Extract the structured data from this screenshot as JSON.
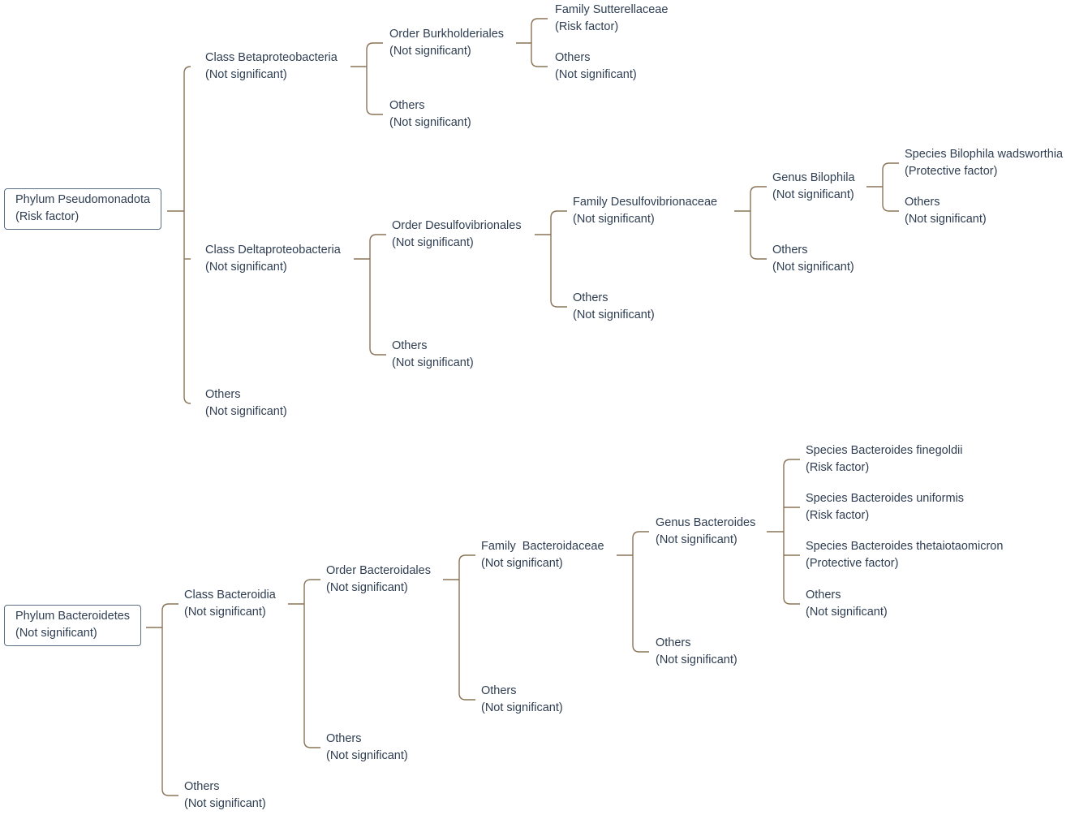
{
  "trees": [
    {
      "id": "pseudomonadota",
      "label": "Phylum Pseudomonadota",
      "status": "(Risk factor)",
      "children": [
        {
          "id": "betaproteobacteria",
          "label": "Class Betaproteobacteria",
          "status": "(Not significant)",
          "children": [
            {
              "id": "burkholderiales",
              "label": "Order Burkholderiales",
              "status": "(Not significant)",
              "children": [
                {
                  "id": "sutterellaceae",
                  "label": "Family Sutterellaceae",
                  "status": "(Risk factor)"
                },
                {
                  "id": "burkholderiales-others",
                  "label": "Others",
                  "status": "(Not significant)"
                }
              ]
            },
            {
              "id": "betaproteobacteria-others",
              "label": "Others",
              "status": "(Not significant)"
            }
          ]
        },
        {
          "id": "deltaproteobacteria",
          "label": "Class Deltaproteobacteria",
          "status": "(Not significant)",
          "children": [
            {
              "id": "desulfovibrionales",
              "label": "Order Desulfovibrionales",
              "status": "(Not significant)",
              "children": [
                {
                  "id": "desulfovibrionaceae",
                  "label": "Family Desulfovibrionaceae",
                  "status": "(Not significant)",
                  "children": [
                    {
                      "id": "bilophila",
                      "label": "Genus Bilophila",
                      "status": "(Not significant)",
                      "children": [
                        {
                          "id": "bilophila-wadsworthia",
                          "label": "Species Bilophila wadsworthia",
                          "status": "(Protective factor)"
                        },
                        {
                          "id": "bilophila-others",
                          "label": "Others",
                          "status": "(Not significant)"
                        }
                      ]
                    },
                    {
                      "id": "desulfovibrionaceae-others",
                      "label": "Others",
                      "status": "(Not significant)"
                    }
                  ]
                },
                {
                  "id": "desulfovibrionales-others",
                  "label": "Others",
                  "status": "(Not significant)"
                }
              ]
            },
            {
              "id": "deltaproteobacteria-others",
              "label": "Others",
              "status": "(Not significant)"
            }
          ]
        },
        {
          "id": "pseudomonadota-others",
          "label": "Others",
          "status": "(Not significant)"
        }
      ]
    },
    {
      "id": "bacteroidetes",
      "label": "Phylum Bacteroidetes",
      "status": "(Not significant)",
      "children": [
        {
          "id": "bacteroidia",
          "label": "Class Bacteroidia",
          "status": "(Not significant)",
          "children": [
            {
              "id": "bacteroidales",
              "label": "Order Bacteroidales",
              "status": "(Not significant)",
              "children": [
                {
                  "id": "bacteroidaceae",
                  "label": "Family  Bacteroidaceae",
                  "status": "(Not significant)",
                  "children": [
                    {
                      "id": "genus-bacteroides",
                      "label": "Genus Bacteroides",
                      "status": "(Not significant)",
                      "children": [
                        {
                          "id": "bacteroides-finegoldii",
                          "label": "Species Bacteroides finegoldii",
                          "status": "(Risk factor)"
                        },
                        {
                          "id": "bacteroides-uniformis",
                          "label": "Species Bacteroides uniformis",
                          "status": "(Risk factor)"
                        },
                        {
                          "id": "bacteroides-thetaiotaomicron",
                          "label": "Species Bacteroides thetaiotaomicron",
                          "status": "(Protective factor)"
                        },
                        {
                          "id": "genus-bacteroides-others",
                          "label": "Others",
                          "status": "(Not significant)"
                        }
                      ]
                    },
                    {
                      "id": "bacteroidaceae-others",
                      "label": "Others",
                      "status": "(Not significant)"
                    }
                  ]
                },
                {
                  "id": "bacteroidales-others",
                  "label": "Others",
                  "status": "(Not significant)"
                }
              ]
            },
            {
              "id": "bacteroidia-others",
              "label": "Others",
              "status": "(Not significant)"
            }
          ]
        },
        {
          "id": "bacteroidetes-others",
          "label": "Others",
          "status": "(Not significant)"
        }
      ]
    }
  ]
}
